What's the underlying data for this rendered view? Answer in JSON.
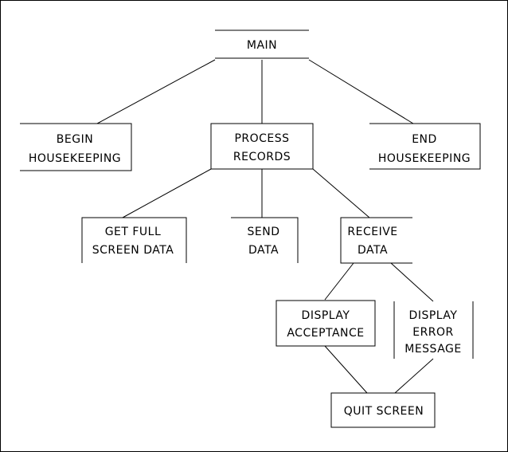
{
  "diagram": {
    "nodes": {
      "main": {
        "lines": [
          "MAIN"
        ]
      },
      "begin": {
        "lines": [
          "BEGIN",
          "HOUSEKEEPING"
        ]
      },
      "process": {
        "lines": [
          "PROCESS",
          "RECORDS"
        ]
      },
      "end": {
        "lines": [
          "END",
          "HOUSEKEEPING"
        ]
      },
      "get_full": {
        "lines": [
          "GET FULL",
          "SCREEN DATA"
        ]
      },
      "send": {
        "lines": [
          "SEND",
          "DATA"
        ]
      },
      "receive": {
        "lines": [
          "RECEIVE",
          "DATA"
        ]
      },
      "disp_accept": {
        "lines": [
          "DISPLAY",
          "ACCEPTANCE"
        ]
      },
      "disp_error": {
        "lines": [
          "DISPLAY",
          "ERROR",
          "MESSAGE"
        ]
      },
      "quit": {
        "lines": [
          "QUIT SCREEN"
        ]
      }
    }
  }
}
